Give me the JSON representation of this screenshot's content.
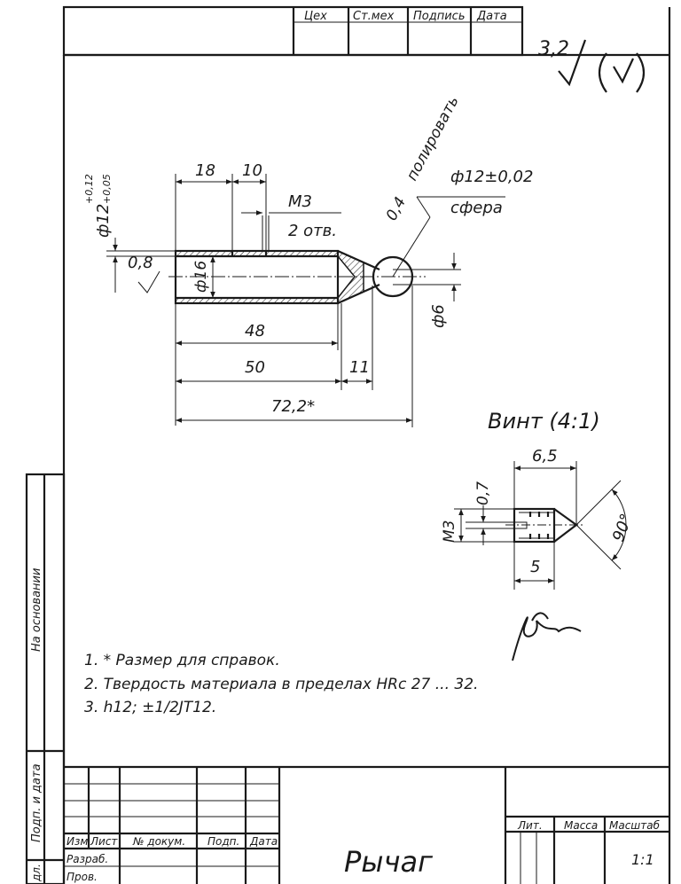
{
  "top_table": {
    "headers": [
      "Цех",
      "Ст.мех",
      "Подпись",
      "Дата"
    ]
  },
  "surface_roughness": {
    "value": "3,2",
    "symbol": "√(√)"
  },
  "part_view": {
    "dim_18": "18",
    "dim_10": "10",
    "thread_callout": "М3",
    "thread_count": "2 отв.",
    "polish_roughness": "0,4",
    "polish_note": "полировать",
    "ball_diameter": "ф12±0,02",
    "ball_note": "сфера",
    "outer_diameter": "ф12",
    "outer_tol_upper": "+0,12",
    "outer_tol_lower": "+0,05",
    "wall": "0,8",
    "bore_diameter": "ф16",
    "neck_diameter": "ф6",
    "dim_48": "48",
    "dim_50": "50",
    "dim_11": "11",
    "dim_total": "72,2*"
  },
  "screw_view": {
    "title": "Винт (4:1)",
    "dim_length": "6,5",
    "dim_slot": "0,7",
    "thread": "М3",
    "dim_body": "5",
    "angle": "90°"
  },
  "notes": [
    "1.  * Размер для справок.",
    "2. Твердость материала в пределах HRc 27 ... 32.",
    "3. h12;  ±1/2JT12."
  ],
  "left_strip": {
    "basis": "На основании",
    "sign_date": "Подп. и дата",
    "sheet_code": "дл."
  },
  "title_block": {
    "col_headers": [
      "Изм",
      "Лист",
      "№ докум.",
      "Подп.",
      "Дата"
    ],
    "row_labels": [
      "Разраб.",
      "Пров."
    ],
    "title": "Рычаг",
    "lit_label": "Лит.",
    "mass_label": "Масса",
    "scale_label": "Масштаб",
    "scale_value": "1:1"
  }
}
